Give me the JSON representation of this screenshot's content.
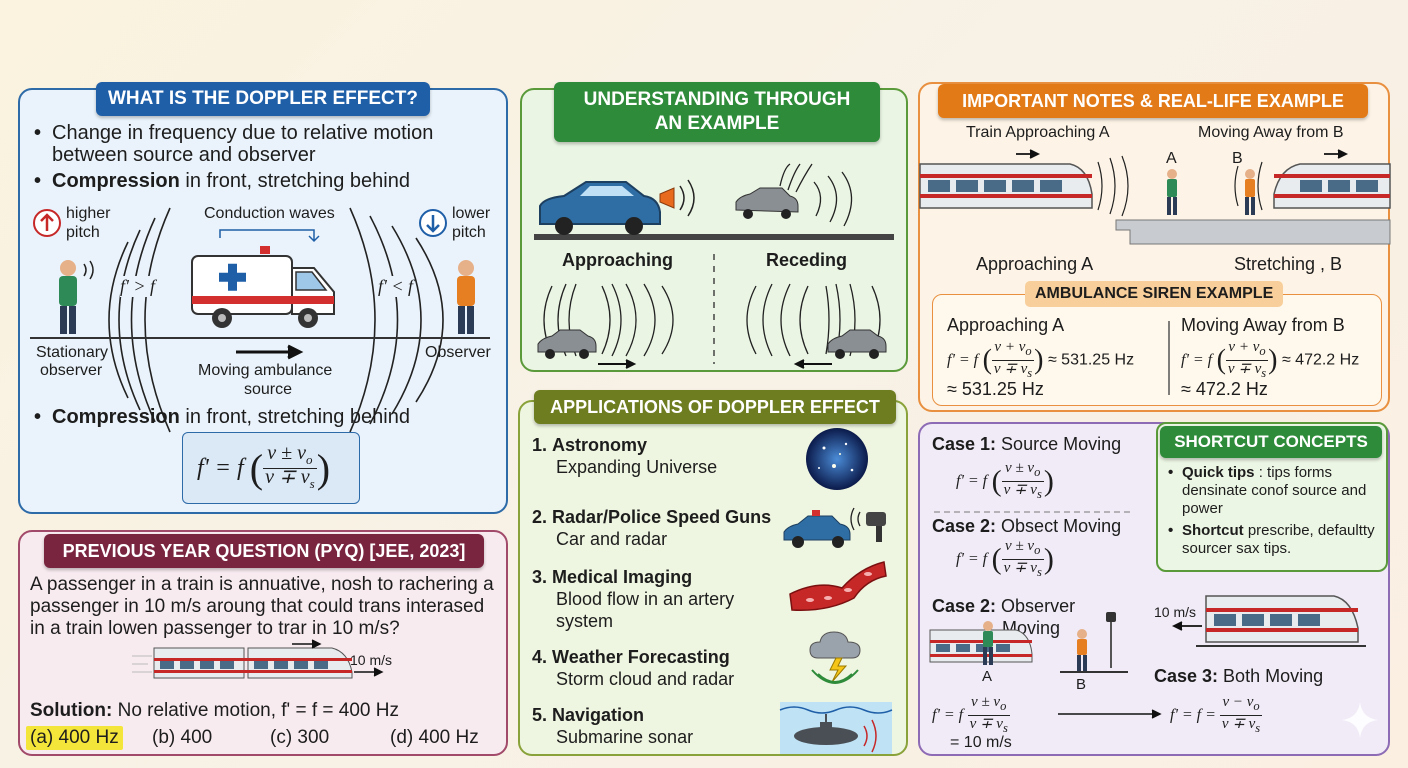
{
  "what": {
    "title": "WHAT IS THE DOPPLER EFFECT?",
    "bullet1": "Change in frequency due to relative motion between source and observer",
    "bullet2_bold": "Compression",
    "bullet2_rest": " in front, stretching behind",
    "higher": "higher",
    "pitch1": "pitch",
    "lower": "lower",
    "pitch2": "pitch",
    "conduction": "Conduction waves",
    "fgt": "f' > f",
    "flt": "f' < f",
    "stationary": "Stationary",
    "observer_left": "observer",
    "observer_right": "Observer",
    "moving1": "Moving ambulance",
    "moving2": "source",
    "bullet3_bold": "Compression",
    "bullet3_rest": " in front, stretching behind",
    "formula_lhs": "f' = f",
    "formula_num": "v ± v",
    "formula_num_sub": "o",
    "formula_den": "v ∓ v",
    "formula_den_sub": "s"
  },
  "example": {
    "title_line1": "UNDERSTANDING THROUGH",
    "title_line2": "AN EXAMPLE",
    "approaching": "Approaching",
    "receding": "Receding"
  },
  "apps": {
    "title": "APPLICATIONS OF DOPPLER EFFECT",
    "items": [
      {
        "num": "1.",
        "name": "Astronomy",
        "desc": "Expanding Universe",
        "desc2": ""
      },
      {
        "num": "2.",
        "name": "Radar/Police Speed Guns",
        "desc": "Car and radar",
        "desc2": ""
      },
      {
        "num": "3.",
        "name": "Medical Imaging",
        "desc": "Blood flow in an artery",
        "desc2": "system"
      },
      {
        "num": "4.",
        "name": "Weather Forecasting",
        "desc": "Storm cloud and radar",
        "desc2": ""
      },
      {
        "num": "5.",
        "name": "Navigation",
        "desc": "Submarine sonar",
        "desc2": ""
      }
    ]
  },
  "notes": {
    "title": "IMPORTANT NOTES & REAL-LIFE EXAMPLE",
    "train_app": "Train Approaching A",
    "moving_away": "Moving Away from B",
    "label_a": "A",
    "label_b": "B",
    "approaching_a": "Approaching A",
    "stretching_b": "Stretching , B",
    "siren_title": "AMBULANCE SIREN EXAMPLE",
    "siren_left_head": "Approaching A",
    "siren_right_head": "Moving Away from B",
    "siren_left_val": "≈ 531.25 Hz",
    "siren_left_val2": "≈ 531.25 Hz",
    "siren_right_val": "≈ 472.2 Hz",
    "siren_right_val2": "≈ 472.2 Hz"
  },
  "cases": {
    "case1_bold": "Case 1:",
    "case1_rest": " Source Moving",
    "case2_bold": "Case 2:",
    "case2_rest": " Obsect Moving",
    "case2b_bold": "Case 2:",
    "case2b_rest": " Observer",
    "case2b_rest2": "Moving",
    "case3_bold": "Case 3:",
    "case3_rest": " Both Moving",
    "speed": "10 m/s",
    "label_a": "A",
    "label_b": "B",
    "eq_val": "= 10 m/s",
    "f_eq": "f' = f = ",
    "num_minus": "v − v",
    "num_minus_sub": "o"
  },
  "shortcut": {
    "title": "SHORTCUT CONCEPTS",
    "b1_bold": "Quick tips",
    "b1_rest": " : tips forms densinate conof source and power",
    "b2_bold": "Shortcut",
    "b2_rest": " prescribe, defaultty sourcer sax tips."
  },
  "pyq": {
    "title": "PREVIOUS YEAR QUESTION (PYQ) [JEE, 2023]",
    "question": "A passenger in a train is annuative, nosh to rachering a passenger in 10 m/s aroung that could trans interased in a train lowen passenger to trar in 10 m/s?",
    "speed": "10 m/s",
    "solution_bold": "Solution:",
    "solution_rest": " No relative motion, f' = f = 400 Hz",
    "options": [
      "(a) 400 Hz",
      "(b) 400",
      "(c) 300",
      "(d) 400 Hz"
    ]
  },
  "colors": {
    "blue": "#1f5fa8",
    "green": "#2e8b3a",
    "olive": "#6d7d1f",
    "orange": "#e27a18",
    "maroon": "#7a2540",
    "purple": "#7b5aa0",
    "highlight": "#f4e53a"
  }
}
